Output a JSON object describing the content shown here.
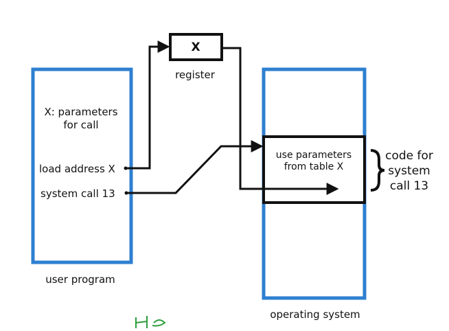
{
  "register": {
    "value": "X",
    "caption": "register"
  },
  "user_program": {
    "params_line1": "X: parameters",
    "params_line2": "for call",
    "load_line": "load address X",
    "syscall_line": "system call 13",
    "caption": "user program"
  },
  "operating_system": {
    "inner_line1": "use parameters",
    "inner_line2": "from table X",
    "caption": "operating system"
  },
  "code_note": {
    "line1": "code for",
    "line2": "system",
    "line3": "call 13"
  },
  "colors": {
    "box_blue": "#2e7fd0",
    "ink": "#111111",
    "accent_green": "#2a9d3c"
  }
}
